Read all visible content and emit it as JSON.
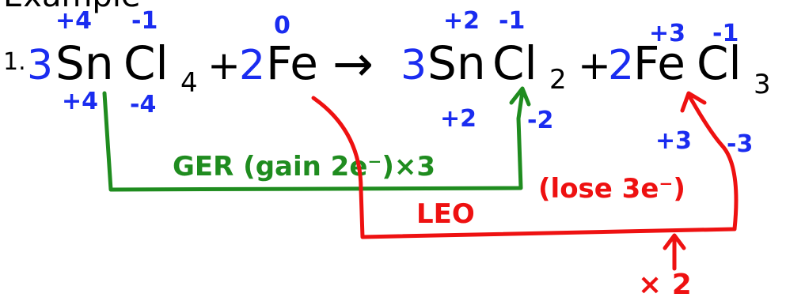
{
  "colors": {
    "ink": "#000000",
    "blue": "#1a2cf0",
    "green": "#1f8c1f",
    "red": "#ee1111"
  },
  "header": {
    "title": "Example"
  },
  "equation": {
    "number": "1.",
    "coefficients": {
      "sncl4": "3",
      "fe": "2",
      "sncl2": "3",
      "fecl3": "2"
    },
    "species": {
      "sncl4": {
        "sn": "Sn",
        "cl": "Cl",
        "sub": "4"
      },
      "fe": "Fe",
      "sncl2": {
        "sn": "Sn",
        "cl": "Cl",
        "sub": "2"
      },
      "fecl3": {
        "fe": "Fe",
        "cl": "Cl",
        "sub": "3"
      }
    },
    "plus": "+",
    "arrow": "→"
  },
  "oxidation_numbers": {
    "sn_left": "+4",
    "cl_left": "-1",
    "fe_left": "0",
    "sn_right": "+2",
    "cl_sncl2": "-1",
    "fe_right": "+3",
    "cl_fecl3": "-1"
  },
  "totals": {
    "sn_left": "+4",
    "cl_left": "-4",
    "sn_right": "+2",
    "cl_right_sn": "-2",
    "fe_right": "+3",
    "cl_right_fe": "-3"
  },
  "annotations": {
    "ger": "GER (gain 2e⁻)×3",
    "leo": "LEO",
    "lose": "(lose 3e⁻)",
    "times_two": "× 2"
  }
}
